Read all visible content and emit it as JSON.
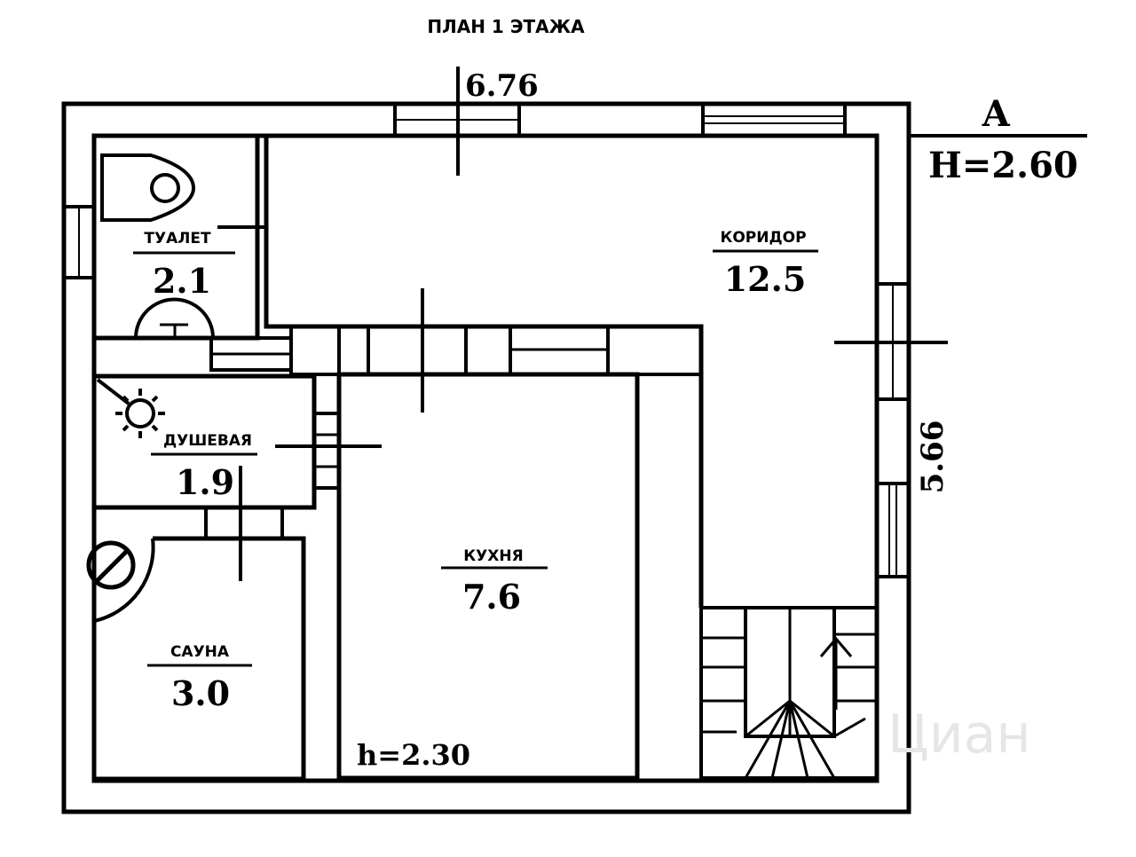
{
  "title": "ПЛАН 1 ЭТАЖА",
  "dimensions": {
    "width": "6.76",
    "depth": "5.66"
  },
  "section_marker": {
    "letter": "А",
    "height": "Н=2.60"
  },
  "rooms": [
    {
      "label": "ТУАЛЕТ",
      "area": "2.1"
    },
    {
      "label": "КОРИДОР",
      "area": "12.5"
    },
    {
      "label": "ДУШЕВАЯ",
      "area": "1.9"
    },
    {
      "label": "КУХНЯ",
      "area": "7.6"
    },
    {
      "label": "САУНА",
      "area": "3.0"
    }
  ],
  "kitchen_height": "h=2.30",
  "watermark": "Циан"
}
